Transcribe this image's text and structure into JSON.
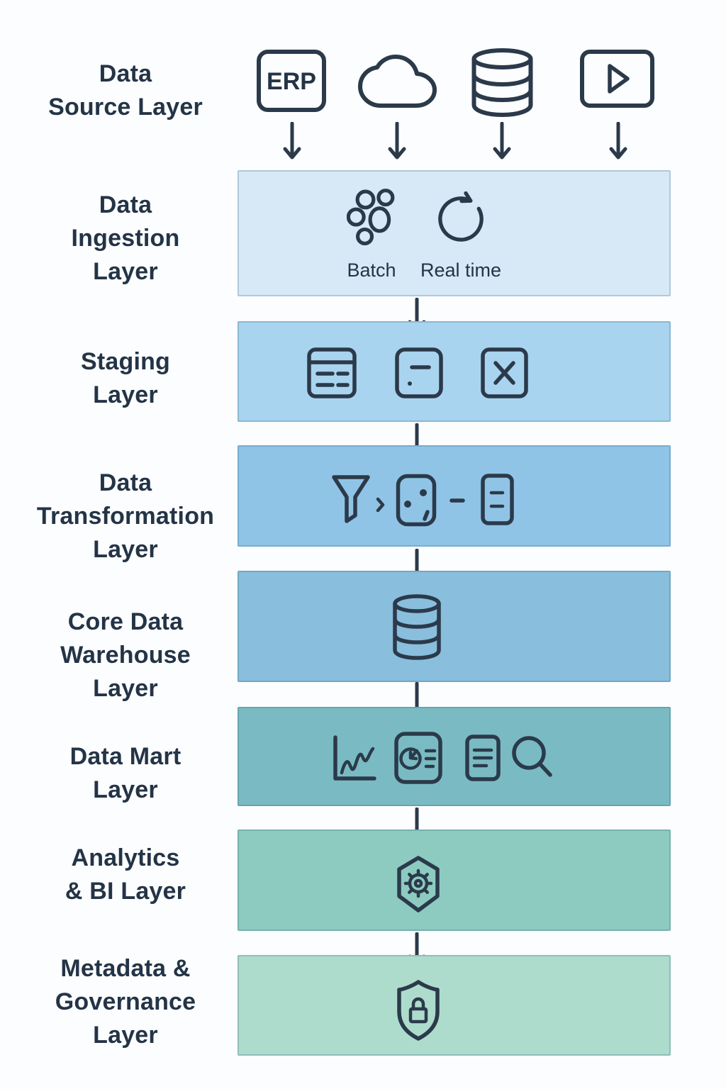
{
  "colors": {
    "background": "#fcfdfe",
    "ink": "#2b3a4a",
    "band_ingestion": "#d7e9f6",
    "band_staging": "#a9d4ef",
    "band_transformation": "#90c4e7",
    "band_warehouse": "#89bedd",
    "band_mart": "#7abbc3",
    "band_analytics": "#8dcbc0",
    "band_governance": "#addccd"
  },
  "layers": {
    "source": {
      "label": "Data\nSource Layer",
      "erp_text": "ERP",
      "icons": [
        "erp-icon",
        "cloud-icon",
        "database-icon",
        "media-play-icon"
      ]
    },
    "ingestion": {
      "label": "Data\nIngestion\nLayer",
      "batch_label": "Batch",
      "realtime_label": "Real time",
      "icons": [
        "batch-circles-icon",
        "realtime-cycle-icon"
      ]
    },
    "staging": {
      "label": "Staging\nLayer",
      "icons": [
        "table-window-icon",
        "minus-square-icon",
        "x-square-icon"
      ]
    },
    "transformation": {
      "label": "Data\nTransformation\nLayer",
      "icons": [
        "funnel-icon",
        "chevron-right-icon",
        "dice-icon",
        "minus-icon",
        "document-icon"
      ]
    },
    "warehouse": {
      "label": "Core Data\nWarehouse\nLayer",
      "icons": [
        "database-cylinder-icon"
      ]
    },
    "mart": {
      "label": "Data Mart\nLayer",
      "icons": [
        "line-chart-icon",
        "pie-report-icon",
        "document-lines-icon",
        "magnifier-icon"
      ]
    },
    "analytics": {
      "label": "Analytics\n& BI Layer",
      "icons": [
        "gear-hexagon-icon"
      ]
    },
    "governance": {
      "label": "Metadata &\nGovernance\nLayer",
      "icons": [
        "shield-lock-icon"
      ]
    }
  }
}
